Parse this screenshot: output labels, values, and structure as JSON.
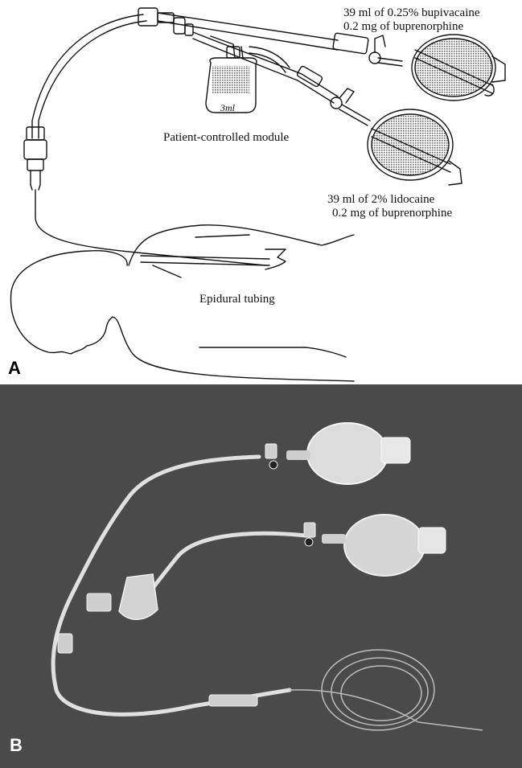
{
  "panel_a": {
    "letter": "A",
    "bag_upper": {
      "line1": "39 ml of 0.25% bupivacaine",
      "line2": "0.2 mg of buprenorphine"
    },
    "bag_lower": {
      "line1": "39 ml of 2% lidocaine",
      "line2": "0.2 mg of buprenorphine"
    },
    "module_label": "Patient-controlled module",
    "reservoir_volume": "3ml",
    "tubing_label": "Epidural tubing"
  },
  "panel_b": {
    "letter": "B"
  },
  "colors": {
    "line": "#111111",
    "hatch": "#777777",
    "photo_background": "#4a4a4a",
    "device": "#e8e8e8"
  }
}
